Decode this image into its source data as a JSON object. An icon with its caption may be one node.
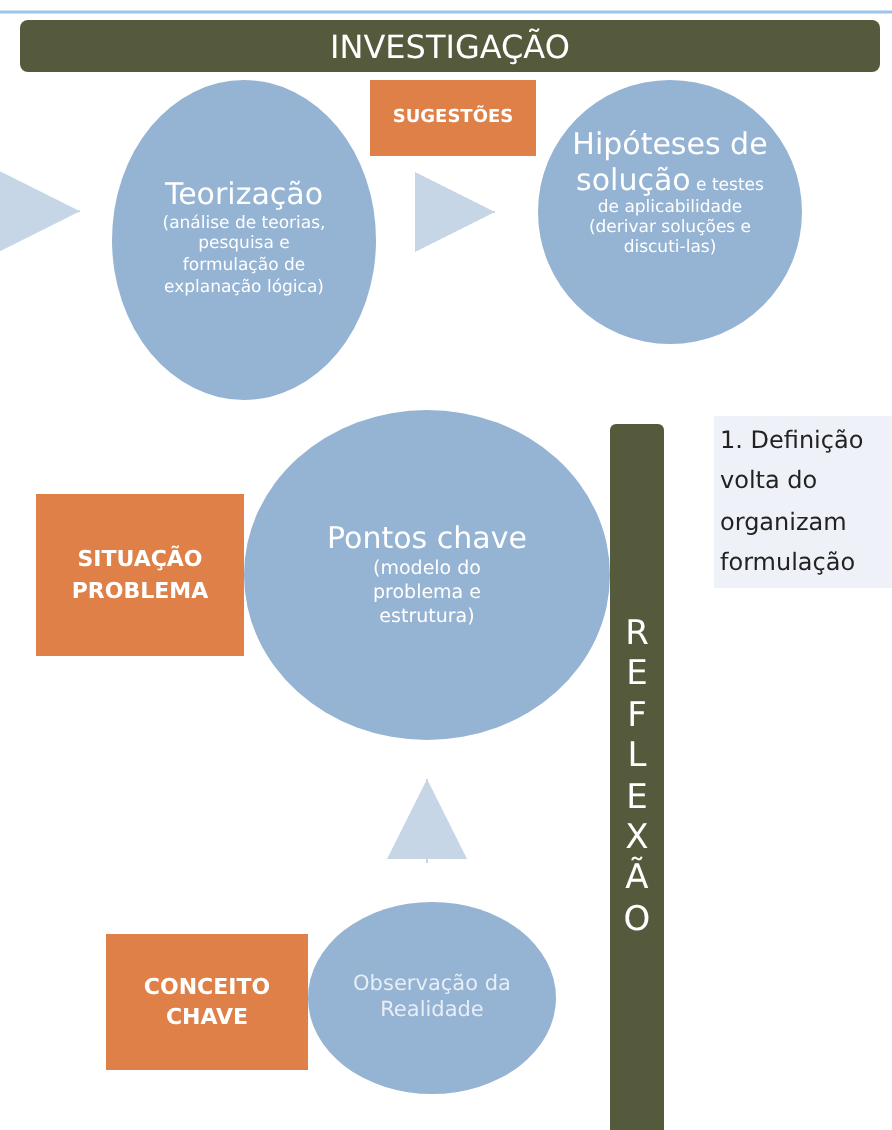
{
  "diagram": {
    "nodes": [
      {
        "text": [
          "INVESTIGAÇÃO"
        ]
      },
      {
        "text": [
          "Teorização",
          "(análise de teorias, pesquisa e formulação de explanação lógica)"
        ]
      },
      {
        "text": [
          "SUGESTÕES"
        ]
      },
      {
        "text": [
          "Hipóteses de solução",
          "e testes de aplicabilidade (derivar soluções e discuti-las)"
        ]
      },
      {
        "text": [
          "SITUAÇÃO PROBLEMA"
        ]
      },
      {
        "text": [
          "Pontos chave",
          "(modelo do problema e estrutura)"
        ]
      },
      {
        "text": [
          "REFLEXÃO"
        ]
      },
      {
        "text": [
          "CONCEITO CHAVE"
        ]
      },
      {
        "text": [
          "Observação da Realidade"
        ]
      }
    ],
    "edges": [
      {
        "from": null,
        "to": 1,
        "arrow": "to"
      },
      {
        "from": 1,
        "to": 3,
        "arrow": "to"
      },
      {
        "from": 8,
        "to": 5,
        "arrow": "to"
      }
    ],
    "labels": [
      "1. Definição volta do organizam formulação"
    ]
  }
}
